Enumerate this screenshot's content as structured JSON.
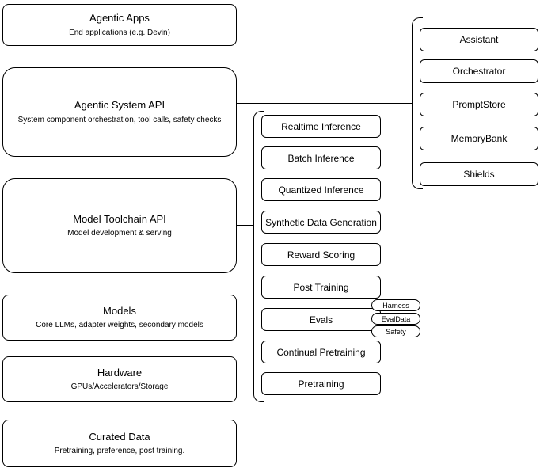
{
  "diagram": {
    "layers": [
      {
        "title": "Agentic Apps",
        "subtitle": "End applications (e.g. Devin)"
      },
      {
        "title": "Agentic System API",
        "subtitle": "System component orchestration, tool calls, safety checks"
      },
      {
        "title": "Model Toolchain API",
        "subtitle": "Model development & serving"
      },
      {
        "title": "Models",
        "subtitle": "Core LLMs, adapter weights, secondary models"
      },
      {
        "title": "Hardware",
        "subtitle": "GPUs/Accelerators/Storage"
      },
      {
        "title": "Curated Data",
        "subtitle": "Pretraining, preference, post training."
      }
    ],
    "toolchain": {
      "items": [
        "Realtime Inference",
        "Batch Inference",
        "Quantized Inference",
        "Synthetic Data Generation",
        "Reward Scoring",
        "Post Training",
        "Evals",
        "Continual Pretraining",
        "Pretraining"
      ],
      "evals_tags": [
        "Harness",
        "EvalData",
        "Safety"
      ]
    },
    "agentic_components": [
      "Assistant",
      "Orchestrator",
      "PromptStore",
      "MemoryBank",
      "Shields"
    ]
  },
  "colors": {
    "line": "#000000",
    "box_fill": "#ffffff",
    "background": "#ffffff"
  }
}
